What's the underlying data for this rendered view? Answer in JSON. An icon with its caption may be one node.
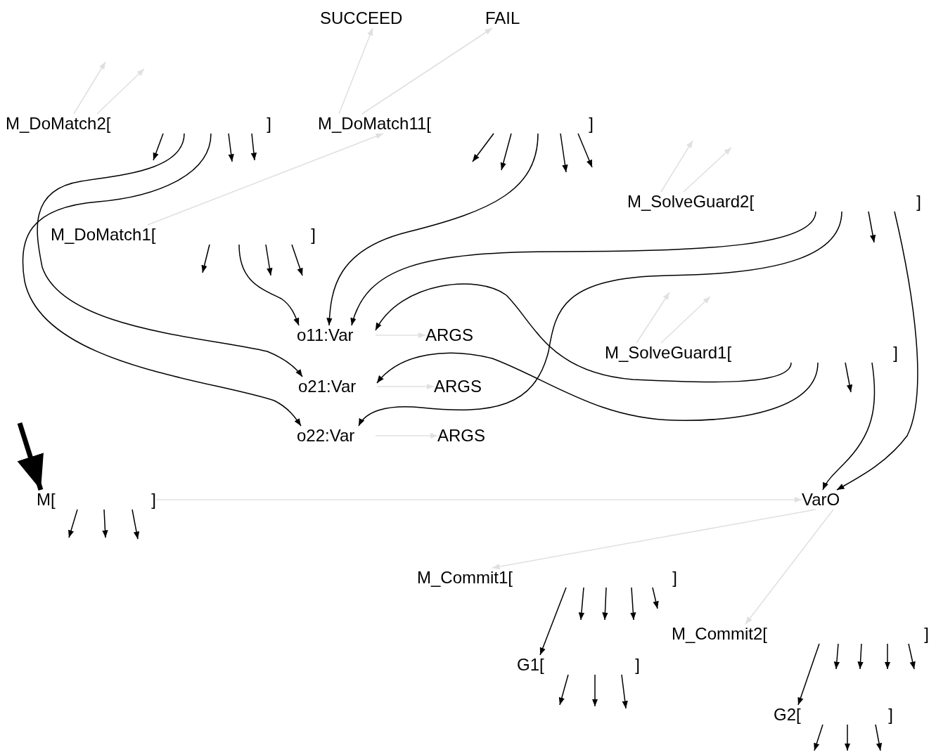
{
  "diagram": {
    "nodes": [
      {
        "text": [
          "SUCCEED"
        ]
      },
      {
        "text": [
          "FAIL"
        ]
      },
      {
        "text": [
          "M_DoMatch2[",
          "]"
        ]
      },
      {
        "text": [
          "M_DoMatch11[",
          "]"
        ]
      },
      {
        "text": [
          "M_SolveGuard2[",
          "]"
        ]
      },
      {
        "text": [
          "M_DoMatch1[",
          "]"
        ]
      },
      {
        "text": [
          "o11:Var"
        ]
      },
      {
        "text": [
          "ARGS"
        ]
      },
      {
        "text": [
          "M_SolveGuard1[",
          "]"
        ]
      },
      {
        "text": [
          "o21:Var"
        ]
      },
      {
        "text": [
          "ARGS"
        ]
      },
      {
        "text": [
          "o22:Var"
        ]
      },
      {
        "text": [
          "ARGS"
        ]
      },
      {
        "text": [
          "M[",
          "]"
        ]
      },
      {
        "text": [
          "VarO"
        ]
      },
      {
        "text": [
          "M_Commit1[",
          "]"
        ]
      },
      {
        "text": [
          "M_Commit2[",
          "]"
        ]
      },
      {
        "text": [
          "G1[",
          "]"
        ]
      },
      {
        "text": [
          "G2[",
          "]"
        ]
      }
    ],
    "edges": [
      {
        "from": 2,
        "to": null,
        "arrow": "to",
        "color": "#e0e0e0"
      },
      {
        "from": 2,
        "to": null,
        "arrow": "to",
        "color": "#e0e0e0"
      },
      {
        "from": 2,
        "to": null,
        "arrow": "to"
      },
      {
        "from": 2,
        "to": 9,
        "arrow": "to"
      },
      {
        "from": 2,
        "to": 11,
        "arrow": "to"
      },
      {
        "from": 2,
        "to": null,
        "arrow": "to"
      },
      {
        "from": 2,
        "to": null,
        "arrow": "to"
      },
      {
        "from": 3,
        "to": 0,
        "arrow": "to",
        "color": "#e0e0e0"
      },
      {
        "from": 3,
        "to": 1,
        "arrow": "to",
        "color": "#e0e0e0"
      },
      {
        "from": 3,
        "to": null,
        "arrow": "to"
      },
      {
        "from": 3,
        "to": null,
        "arrow": "to"
      },
      {
        "from": 3,
        "to": 6,
        "arrow": "to"
      },
      {
        "from": 3,
        "to": null,
        "arrow": "to"
      },
      {
        "from": 3,
        "to": null,
        "arrow": "to"
      },
      {
        "from": 4,
        "to": null,
        "arrow": "to",
        "color": "#e0e0e0"
      },
      {
        "from": 4,
        "to": null,
        "arrow": "to",
        "color": "#e0e0e0"
      },
      {
        "from": 4,
        "to": 6,
        "arrow": "to"
      },
      {
        "from": 4,
        "to": 11,
        "arrow": "to"
      },
      {
        "from": 4,
        "to": null,
        "arrow": "to"
      },
      {
        "from": 4,
        "to": 14,
        "arrow": "to"
      },
      {
        "from": 5,
        "to": 3,
        "arrow": "to",
        "color": "#e0e0e0"
      },
      {
        "from": 5,
        "to": null,
        "arrow": "to"
      },
      {
        "from": 5,
        "to": 6,
        "arrow": "to"
      },
      {
        "from": 5,
        "to": null,
        "arrow": "to"
      },
      {
        "from": 5,
        "to": null,
        "arrow": "to"
      },
      {
        "from": 6,
        "to": 7,
        "arrow": "to",
        "color": "#e0e0e0"
      },
      {
        "from": 8,
        "to": null,
        "arrow": "to",
        "color": "#e0e0e0"
      },
      {
        "from": 8,
        "to": null,
        "arrow": "to",
        "color": "#e0e0e0"
      },
      {
        "from": 8,
        "to": 6,
        "arrow": "to"
      },
      {
        "from": 8,
        "to": 9,
        "arrow": "to"
      },
      {
        "from": 8,
        "to": null,
        "arrow": "to"
      },
      {
        "from": 8,
        "to": 14,
        "arrow": "to"
      },
      {
        "from": 9,
        "to": 10,
        "arrow": "to",
        "color": "#e0e0e0"
      },
      {
        "from": 11,
        "to": 12,
        "arrow": "to",
        "color": "#e0e0e0"
      },
      {
        "from": null,
        "to": 13,
        "arrow": "to",
        "style": "thick"
      },
      {
        "from": 13,
        "to": null,
        "arrow": "to"
      },
      {
        "from": 13,
        "to": null,
        "arrow": "to"
      },
      {
        "from": 13,
        "to": null,
        "arrow": "to"
      },
      {
        "from": 13,
        "to": 14,
        "arrow": "to",
        "color": "#e0e0e0"
      },
      {
        "from": 14,
        "to": 15,
        "arrow": "to",
        "color": "#e0e0e0"
      },
      {
        "from": 14,
        "to": 16,
        "arrow": "to",
        "color": "#e0e0e0"
      },
      {
        "from": 15,
        "to": 17,
        "arrow": "to"
      },
      {
        "from": 15,
        "to": null,
        "arrow": "to"
      },
      {
        "from": 15,
        "to": null,
        "arrow": "to"
      },
      {
        "from": 15,
        "to": null,
        "arrow": "to"
      },
      {
        "from": 15,
        "to": null,
        "arrow": "to"
      },
      {
        "from": 16,
        "to": 18,
        "arrow": "to"
      },
      {
        "from": 16,
        "to": null,
        "arrow": "to"
      },
      {
        "from": 16,
        "to": null,
        "arrow": "to"
      },
      {
        "from": 16,
        "to": null,
        "arrow": "to"
      },
      {
        "from": 16,
        "to": null,
        "arrow": "to"
      },
      {
        "from": 17,
        "to": null,
        "arrow": "to"
      },
      {
        "from": 17,
        "to": null,
        "arrow": "to"
      },
      {
        "from": 17,
        "to": null,
        "arrow": "to"
      },
      {
        "from": 18,
        "to": null,
        "arrow": "to"
      },
      {
        "from": 18,
        "to": null,
        "arrow": "to"
      },
      {
        "from": 18,
        "to": null,
        "arrow": "to"
      }
    ]
  }
}
